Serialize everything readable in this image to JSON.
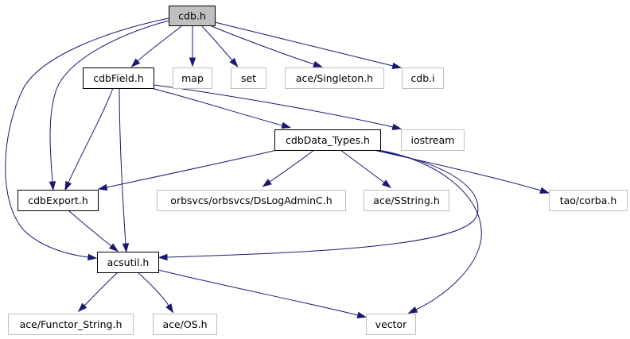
{
  "colors": {
    "edge": "#191970",
    "focus_fill": "#bfbfbf",
    "linked_border": "#000000",
    "external_border": "#bfbfbf",
    "background": "#ffffff"
  },
  "nodes": [
    {
      "id": "cdb_h",
      "label": "cdb.h",
      "kind": "focus"
    },
    {
      "id": "cdbField_h",
      "label": "cdbField.h",
      "kind": "linked"
    },
    {
      "id": "map",
      "label": "map",
      "kind": "external"
    },
    {
      "id": "set",
      "label": "set",
      "kind": "external"
    },
    {
      "id": "ace_Singleton_h",
      "label": "ace/Singleton.h",
      "kind": "external"
    },
    {
      "id": "cdb_i",
      "label": "cdb.i",
      "kind": "external"
    },
    {
      "id": "cdbData_Types_h",
      "label": "cdbData_Types.h",
      "kind": "linked"
    },
    {
      "id": "iostream",
      "label": "iostream",
      "kind": "external"
    },
    {
      "id": "cdbExport_h",
      "label": "cdbExport.h",
      "kind": "linked"
    },
    {
      "id": "orbsvcs_DsLogAdminC_h",
      "label": "orbsvcs/orbsvcs/DsLogAdminC.h",
      "kind": "external"
    },
    {
      "id": "ace_SString_h",
      "label": "ace/SString.h",
      "kind": "external"
    },
    {
      "id": "tao_corba_h",
      "label": "tao/corba.h",
      "kind": "external"
    },
    {
      "id": "acsutil_h",
      "label": "acsutil.h",
      "kind": "linked"
    },
    {
      "id": "ace_Functor_String_h",
      "label": "ace/Functor_String.h",
      "kind": "external"
    },
    {
      "id": "ace_OS_h",
      "label": "ace/OS.h",
      "kind": "external"
    },
    {
      "id": "vector",
      "label": "vector",
      "kind": "external"
    }
  ],
  "edges": [
    {
      "from": "cdb_h",
      "to": "cdbField_h"
    },
    {
      "from": "cdb_h",
      "to": "map"
    },
    {
      "from": "cdb_h",
      "to": "set"
    },
    {
      "from": "cdb_h",
      "to": "ace_Singleton_h"
    },
    {
      "from": "cdb_h",
      "to": "cdb_i"
    },
    {
      "from": "cdb_h",
      "to": "cdbExport_h"
    },
    {
      "from": "cdb_h",
      "to": "acsutil_h"
    },
    {
      "from": "cdbField_h",
      "to": "cdbData_Types_h"
    },
    {
      "from": "cdbField_h",
      "to": "iostream"
    },
    {
      "from": "cdbField_h",
      "to": "cdbExport_h"
    },
    {
      "from": "cdbField_h",
      "to": "acsutil_h"
    },
    {
      "from": "cdbData_Types_h",
      "to": "cdbExport_h"
    },
    {
      "from": "cdbData_Types_h",
      "to": "orbsvcs_DsLogAdminC_h"
    },
    {
      "from": "cdbData_Types_h",
      "to": "ace_SString_h"
    },
    {
      "from": "cdbData_Types_h",
      "to": "tao_corba_h"
    },
    {
      "from": "cdbData_Types_h",
      "to": "acsutil_h"
    },
    {
      "from": "cdbData_Types_h",
      "to": "vector"
    },
    {
      "from": "cdbExport_h",
      "to": "acsutil_h"
    },
    {
      "from": "acsutil_h",
      "to": "ace_Functor_String_h"
    },
    {
      "from": "acsutil_h",
      "to": "ace_OS_h"
    },
    {
      "from": "acsutil_h",
      "to": "vector"
    }
  ]
}
